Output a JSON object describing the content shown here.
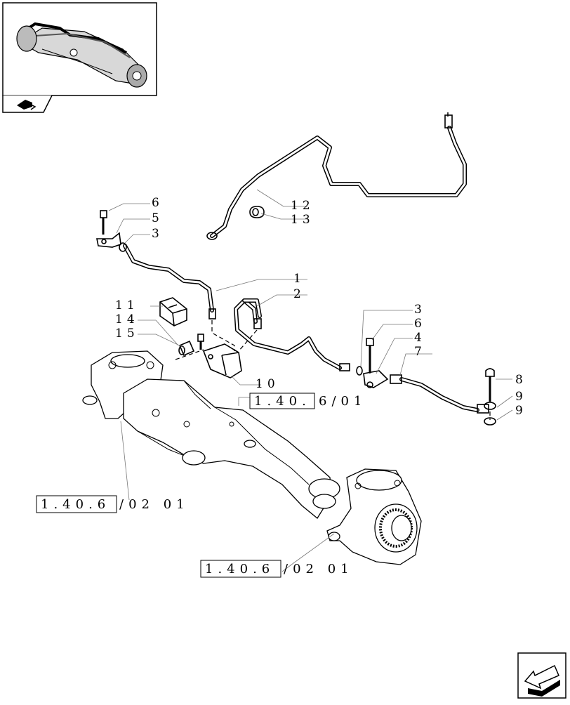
{
  "callouts": {
    "c1": "1",
    "c2": "2",
    "c3a": "3",
    "c3b": "3",
    "c4": "4",
    "c5": "5",
    "c6a": "6",
    "c6b": "6",
    "c7": "7",
    "c8": "8",
    "c9a": "9",
    "c9b": "9",
    "c10": "10",
    "c11": "11",
    "c12": "12",
    "c13": "13",
    "c14": "14",
    "c15": "15"
  },
  "references": {
    "ref_a_boxed": "1.40.",
    "ref_a_rest": "6/01",
    "ref_b_boxed": "1.40.6",
    "ref_b_rest": "/02 01",
    "ref_c_boxed": "1.40.6",
    "ref_c_rest": "/02 01"
  },
  "icons": {
    "thumbnail": "axle-thumbnail-icon",
    "book": "book-tab-icon",
    "nav": "next-page-arrow-icon"
  }
}
